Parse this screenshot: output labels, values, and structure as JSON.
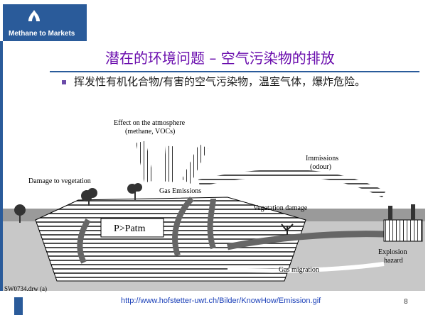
{
  "brand": {
    "logo_text": "Methane to Markets"
  },
  "slide": {
    "title": "潜在的环境问题 – 空气污染物的排放",
    "bullet": "挥发性有机化合物/有害的空气污染物，温室气体，爆炸危险。"
  },
  "diagram": {
    "labels": {
      "atmosphere_1": "Effect on the atmosphere",
      "atmosphere_2": "(methane, VOCs)",
      "immissions_1": "Immissions",
      "immissions_2": "(odour)",
      "damage_veg": "Damage to vegetation",
      "gas_emissions": "Gas Emissions",
      "veg_damage": "Vegetation damage",
      "pressure": "P>Patm",
      "explosion_1": "Explosion",
      "explosion_2": "hazard",
      "gas_migration": "Gas migration",
      "drawing_ref": "SW0734.drw (a)"
    }
  },
  "footer": {
    "url": "http://www.hofstetter-uwt.ch/Bilder/KnowHow/Emission.gif",
    "page_number": "8"
  },
  "colors": {
    "brand_blue": "#2a5b9a",
    "title_purple": "#6a0dad",
    "link_blue": "#1a3fb8"
  }
}
